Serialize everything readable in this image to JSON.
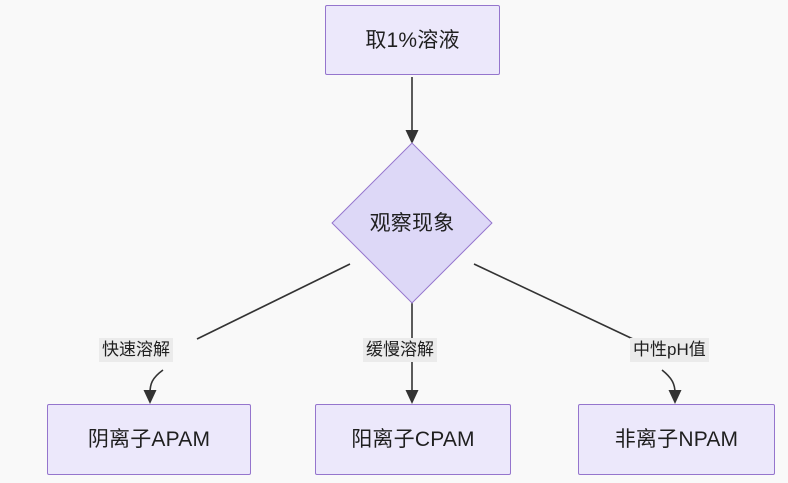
{
  "diagram": {
    "type": "flowchart",
    "direction": "top-down",
    "background_color": "#f9f9f9",
    "node_fill": "#ece8fb",
    "node_border": "#9575cd",
    "decision_fill": "#ddd8f7",
    "edge_color": "#333333",
    "label_background": "#ebebeb",
    "start_node": {
      "id": "start",
      "shape": "rectangle",
      "label": "取1%溶液"
    },
    "decision_node": {
      "id": "decision",
      "shape": "diamond",
      "label": "观察现象"
    },
    "outcome_nodes": [
      {
        "id": "anionic",
        "shape": "rectangle",
        "label": "阴离子APAM"
      },
      {
        "id": "cationic",
        "shape": "rectangle",
        "label": "阳离子CPAM"
      },
      {
        "id": "nonionic",
        "shape": "rectangle",
        "label": "非离子NPAM"
      }
    ],
    "edges": [
      {
        "from": "start",
        "to": "decision",
        "label": ""
      },
      {
        "from": "decision",
        "to": "anionic",
        "label": "快速溶解"
      },
      {
        "from": "decision",
        "to": "cationic",
        "label": "缓慢溶解"
      },
      {
        "from": "decision",
        "to": "nonionic",
        "label": "中性pH值"
      }
    ]
  }
}
